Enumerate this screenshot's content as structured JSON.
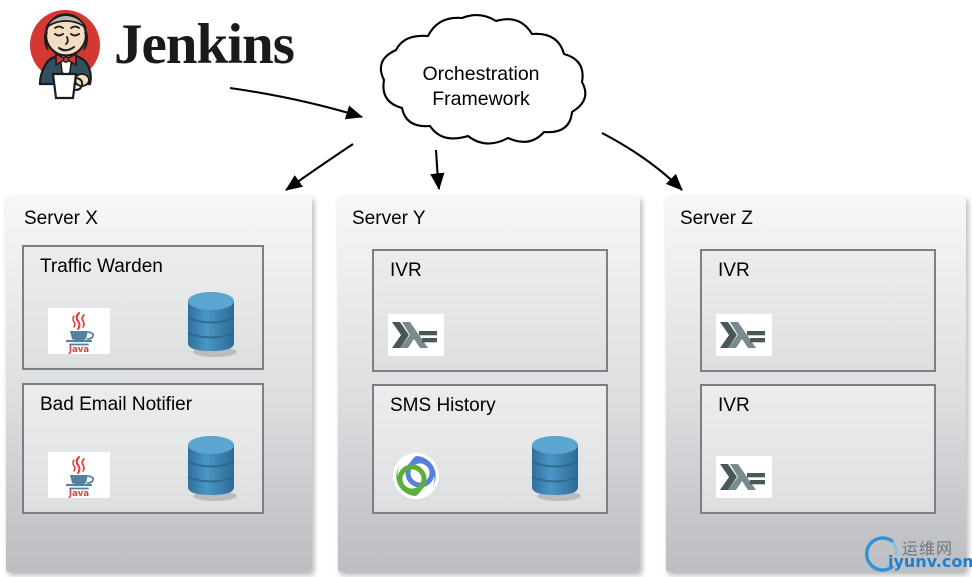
{
  "brand": {
    "name": "Jenkins",
    "logo_icon": "jenkins-butler-icon"
  },
  "cloud": {
    "line1": "Orchestration",
    "line2": "Framework"
  },
  "arrows": [
    {
      "name": "jenkins-to-orchestration",
      "from": "Jenkins",
      "to": "Orchestration Framework"
    },
    {
      "name": "orchestration-to-server-x",
      "from": "Orchestration Framework",
      "to": "Server X"
    },
    {
      "name": "orchestration-to-server-y",
      "from": "Orchestration Framework",
      "to": "Server Y"
    },
    {
      "name": "orchestration-to-server-z",
      "from": "Orchestration Framework",
      "to": "Server Z"
    }
  ],
  "servers": [
    {
      "title": "Server X",
      "services": [
        {
          "label": "Traffic Warden",
          "tech": "java",
          "tech_icon": "java-logo-icon",
          "has_database": true
        },
        {
          "label": "Bad Email Notifier",
          "tech": "java",
          "tech_icon": "java-logo-icon",
          "has_database": true
        }
      ]
    },
    {
      "title": "Server Y",
      "services": [
        {
          "label": "IVR",
          "tech": "haskell",
          "tech_icon": "haskell-logo-icon",
          "has_database": false
        },
        {
          "label": "SMS History",
          "tech": "clojure",
          "tech_icon": "clojure-logo-icon",
          "has_database": true
        }
      ]
    },
    {
      "title": "Server Z",
      "services": [
        {
          "label": "IVR",
          "tech": "haskell",
          "tech_icon": "haskell-logo-icon",
          "has_database": false
        },
        {
          "label": "IVR",
          "tech": "haskell",
          "tech_icon": "haskell-logo-icon",
          "has_database": false
        }
      ]
    }
  ],
  "watermark": {
    "cn_text": "运维网",
    "url_text": "iyunv.com",
    "logo_icon": "iyunv-arc-icon"
  },
  "colors": {
    "panel_top": "#f7f7f7",
    "panel_bottom": "#bcbec2",
    "box_border": "#7b7f83",
    "database_blue": "#3d87b8",
    "database_blue_light": "#5aa6d0",
    "java_red": "#e8393a",
    "java_blue": "#5382a1",
    "haskell_gray": "#453a62",
    "clojure_green": "#5cae3a",
    "clojure_blue": "#5881d8",
    "jenkins_red": "#d33833",
    "watermark_blue": "#1f7fd0",
    "arrow_black": "#000000"
  }
}
